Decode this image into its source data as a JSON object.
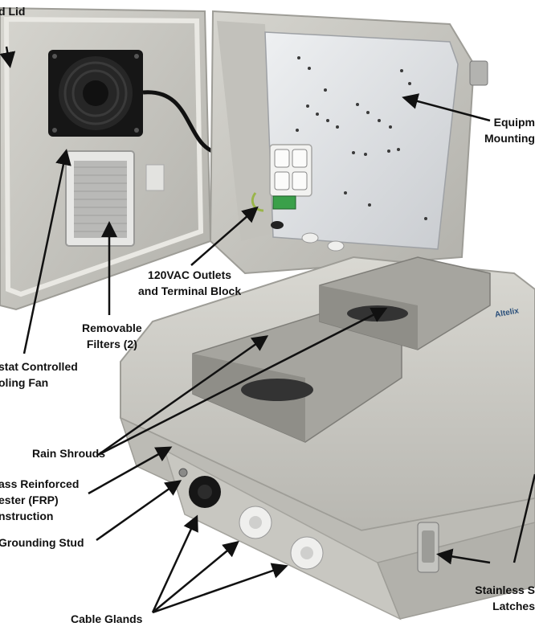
{
  "callouts": {
    "lid": "d Lid",
    "mounting_plate": [
      "Equipm",
      "Mounting"
    ],
    "outlets": [
      "120VAC Outlets",
      "and Terminal Block"
    ],
    "filters": [
      "Removable",
      "Filters (2)"
    ],
    "fan": [
      "stat Controlled",
      "oling Fan"
    ],
    "rain_shrouds": "Rain Shrouds",
    "frp": [
      "ass Reinforced",
      "ester (FRP)",
      "nstruction"
    ],
    "grounding_stud": "Grounding Stud",
    "cable_glands": "Cable Glands",
    "latches": [
      "Stainless S",
      "Latches"
    ]
  },
  "label_printed": "Altelix",
  "colors": {
    "enclosure_gray": "#c9c8c2",
    "enclosure_shadow": "#a9a8a2",
    "mounting_plate": "#e3e5e8",
    "fan_black": "#161616",
    "arrow_black": "#111111"
  }
}
